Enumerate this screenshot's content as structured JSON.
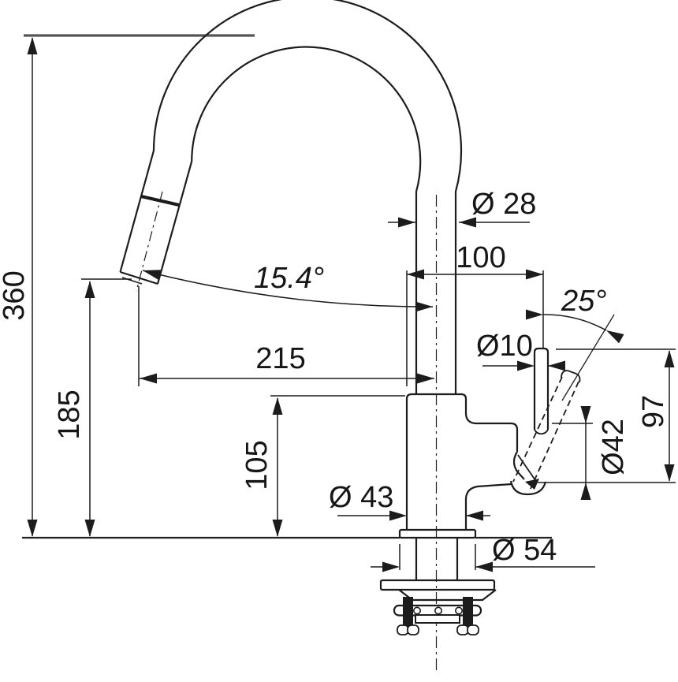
{
  "drawing": {
    "kind": "faucet-technical-dimension-drawing",
    "background_color": "#ffffff",
    "line_color": "#1a1a1a",
    "dimensions": {
      "total_height": "360",
      "spout_outlet_height": "185",
      "base_height": "105",
      "spout_reach": "215",
      "spout_tube_diameter": "Ø 28",
      "spout_tilt_angle": "15.4°",
      "handle_offset": "100",
      "handle_tilt_angle": "25°",
      "lever_diameter": "Ø10",
      "handle_body_diameter": "Ø42",
      "handle_height": "97",
      "body_diameter": "Ø 43",
      "base_flange_diameter": "Ø 54"
    }
  }
}
